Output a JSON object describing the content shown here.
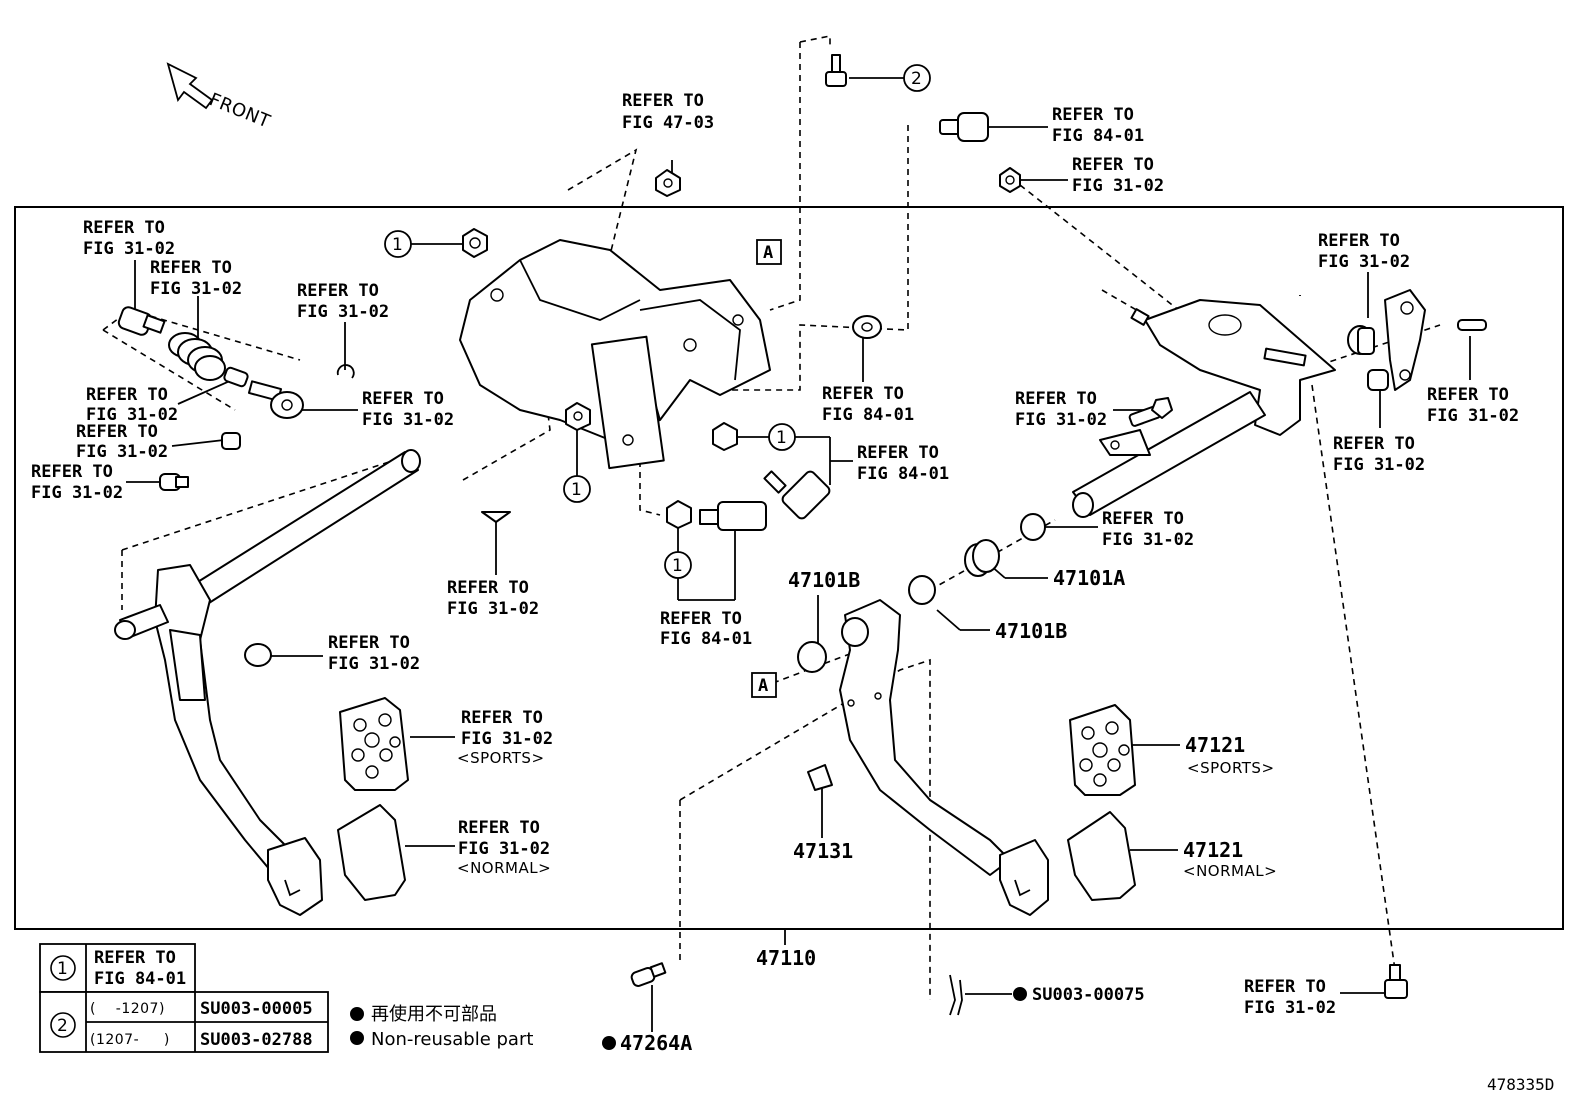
{
  "front_label": "FRONT",
  "frame_label": "A",
  "callouts": {
    "c1": "1",
    "c2": "2"
  },
  "refs": {
    "r_fig4703": [
      "REFER TO",
      "FIG 47-03"
    ],
    "r_fig8401_top": [
      "REFER TO",
      "FIG 84-01"
    ],
    "r_fig3102_top": [
      "REFER TO",
      "FIG 31-02"
    ],
    "r_left1": [
      "REFER TO",
      "FIG 31-02"
    ],
    "r_left2": [
      "REFER TO",
      "FIG 31-02"
    ],
    "r_left3": [
      "REFER TO",
      "FIG 31-02"
    ],
    "r_left4": [
      "REFER TO",
      "FIG 31-02"
    ],
    "r_left5": [
      "REFER TO",
      "FIG 31-02"
    ],
    "r_left6": [
      "REFER TO",
      "FIG 31-02"
    ],
    "r_left7": [
      "REFER TO",
      "FIG 31-02"
    ],
    "r_bracket_pin": [
      "REFER TO",
      "FIG 31-02"
    ],
    "r_stop": [
      "REFER TO",
      "FIG 31-02"
    ],
    "r_pad_sports": [
      "REFER TO",
      "FIG 31-02"
    ],
    "r_pad_normal": [
      "REFER TO",
      "FIG 31-02"
    ],
    "r_fig8401_mid": [
      "REFER TO",
      "FIG 84-01"
    ],
    "r_fig8401_sw": [
      "REFER TO",
      "FIG 84-01"
    ],
    "r_fig8401_low": [
      "REFER TO",
      "FIG 84-01"
    ],
    "r_bolt_right": [
      "REFER TO",
      "FIG 31-02"
    ],
    "r_right_top": [
      "REFER TO",
      "FIG 31-02"
    ],
    "r_right_pin": [
      "REFER TO",
      "FIG 31-02"
    ],
    "r_right_bush": [
      "REFER TO",
      "FIG 31-02"
    ],
    "r_shaft_bush": [
      "REFER TO",
      "FIG 31-02"
    ],
    "r_bottom_bolt": [
      "REFER TO",
      "FIG 31-02"
    ]
  },
  "parts": {
    "p47101A": "47101A",
    "p47101B_top": "47101B",
    "p47101B_right": "47101B",
    "p47121_sports": "47121",
    "p47121_normal": "47121",
    "p47131": "47131",
    "p47110": "47110",
    "p47264A": "47264A",
    "pSU003_00075": "SU003-00075"
  },
  "variants": {
    "sports1": "<SPORTS>",
    "normal1": "<NORMAL>",
    "sports2": "<SPORTS>",
    "normal2": "<NORMAL>"
  },
  "legend": {
    "row1_ref": [
      "REFER TO",
      "FIG 84-01"
    ],
    "row2a_range": "(    -1207)",
    "row2a_part": "SU003-00005",
    "row2b_range": "(1207-     )",
    "row2b_part": "SU003-02788",
    "nonreuse_jp": "再使用不可部品",
    "nonreuse_en": "Non-reusable part"
  },
  "figure_id": "478335D"
}
